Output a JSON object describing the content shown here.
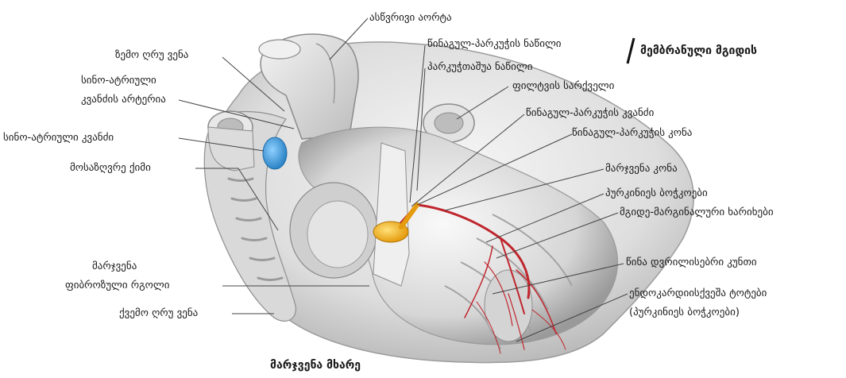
{
  "labels": {
    "ascending_aorta": "ასწვრივი აორტა",
    "superior_vena_cava": "ზემო ღრუ ვენა",
    "sinoatrial_artery_line1": "სინო-ატრიული",
    "sinoatrial_artery_line2": "კვანძის არტერია",
    "sinoatrial_node": "სინო-ატრიული კვანძი",
    "crista_terminalis": "მოსაზღვრე ქიმი",
    "right_fibrous_ring_line1": "მარჯვენა",
    "right_fibrous_ring_line2": "ფიბროზული რგოლი",
    "inferior_vena_cava": "ქვემო ღრუ ვენა",
    "atrioventricular_part": "წინაგულ-პარკუჭის ნაწილი",
    "interventricular_part": "პარკუჭთაშუა ნაწილი",
    "membranous_septum": "მემბრანული მგიდის",
    "pulmonary_trunk": "ფილტვის სარქველი",
    "av_node": "წინაგულ-პარკუჭის კვანძი",
    "av_bundle": "წინაგულ-პარკუჭის კონა",
    "right_bundle": "მარჯვენა კონა",
    "purkinje_fibers": "პურკინიეს ბოჭკოები",
    "septomarginal_trabecula": "მგიდე-მარგინალური ხარიხები",
    "anterior_papillary_muscle": "წინა დვრილისებრი კუნთი",
    "subendocardial_branches_line1": "ენდოკარდიისქვეშა ტოტები",
    "subendocardial_branches_line2": "(პურკინიეს ბოჭკოები)",
    "view_caption": "მარჯვენა მხარე"
  },
  "colors": {
    "sinoatrial_node": "#4aa3df",
    "av_node": "#f2b21b",
    "conduction_bundle": "#c0262d",
    "tissue_light": "#ececec",
    "tissue_shadow": "#a8a8a8",
    "leader_line": "#444444"
  }
}
